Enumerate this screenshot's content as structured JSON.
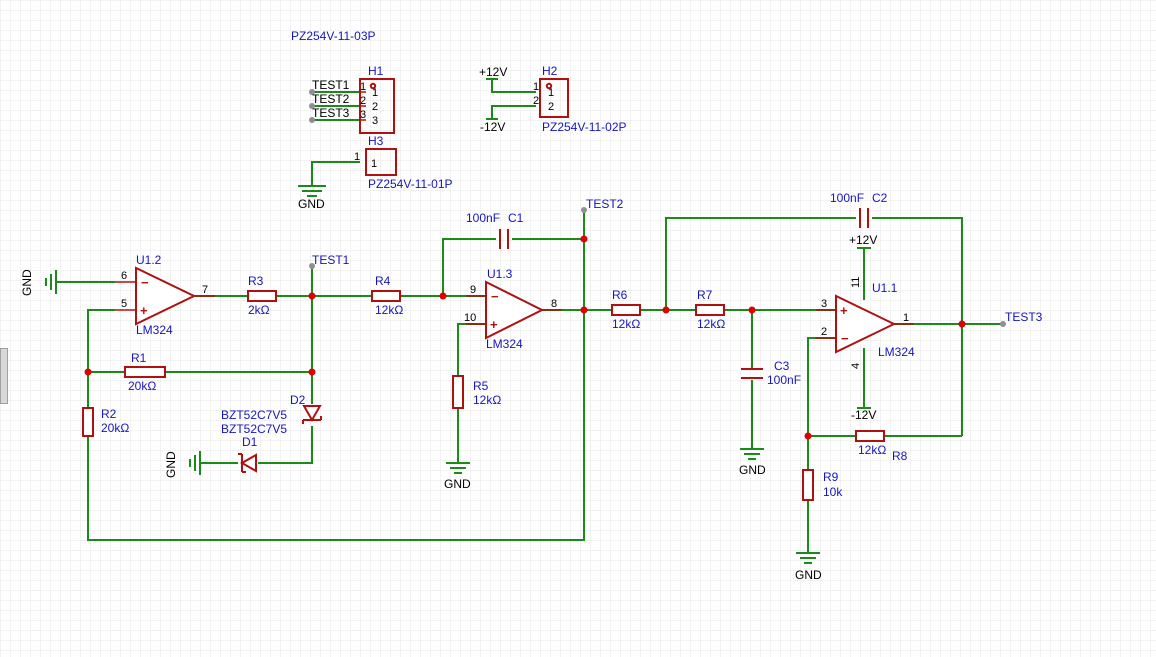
{
  "canvas": {
    "grid": true,
    "grid_color": "#e6e6e6",
    "wire_color": "#1a8a1a",
    "part_color": "#b01010",
    "label_color": "#1515c0"
  },
  "connectors": {
    "h1": {
      "ref": "H1",
      "part": "PZ254V-11-03P",
      "nets": [
        "TEST1",
        "TEST2",
        "TEST3"
      ],
      "pins": [
        "1",
        "2",
        "3"
      ]
    },
    "h2": {
      "ref": "H2",
      "part": "PZ254V-11-02P",
      "nets": [
        "+12V",
        "-12V"
      ],
      "pins": [
        "1",
        "2"
      ]
    },
    "h3": {
      "ref": "H3",
      "part": "PZ254V-11-01P",
      "net": "GND",
      "pins": [
        "1"
      ]
    }
  },
  "opamps": {
    "u12": {
      "ref": "U1.2",
      "part": "LM324",
      "pin_inv": "6",
      "pin_noninv": "5",
      "pin_out": "7"
    },
    "u13": {
      "ref": "U1.3",
      "part": "LM324",
      "pin_noninv": "10",
      "pin_inv": "9",
      "pin_out": "8"
    },
    "u11": {
      "ref": "U1.1",
      "part": "LM324",
      "pin_noninv": "3",
      "pin_inv": "2",
      "pin_out": "1",
      "pin_vcc": "11",
      "pin_vee": "4"
    }
  },
  "resistors": {
    "r1": {
      "ref": "R1",
      "value": "20kΩ"
    },
    "r2": {
      "ref": "R2",
      "value": "20kΩ"
    },
    "r3": {
      "ref": "R3",
      "value": "2kΩ"
    },
    "r4": {
      "ref": "R4",
      "value": "12kΩ"
    },
    "r5": {
      "ref": "R5",
      "value": "12kΩ"
    },
    "r6": {
      "ref": "R6",
      "value": "12kΩ"
    },
    "r7": {
      "ref": "R7",
      "value": "12kΩ"
    },
    "r8": {
      "ref": "R8",
      "value": "12kΩ"
    },
    "r9": {
      "ref": "R9",
      "value": "10k"
    }
  },
  "capacitors": {
    "c1": {
      "ref": "C1",
      "value": "100nF"
    },
    "c2": {
      "ref": "C2",
      "value": "100nF"
    },
    "c3": {
      "ref": "C3",
      "value": "100nF"
    }
  },
  "diodes": {
    "d1": {
      "ref": "D1",
      "part": "BZT52C7V5"
    },
    "d2": {
      "ref": "D2",
      "part": "BZT52C7V5"
    }
  },
  "nets": {
    "gnd": "GND",
    "vcc": "+12V",
    "vee": "-12V",
    "test1": "TEST1",
    "test2": "TEST2",
    "test3": "TEST3"
  },
  "symbols": {
    "minus": "−",
    "plus": "+"
  }
}
